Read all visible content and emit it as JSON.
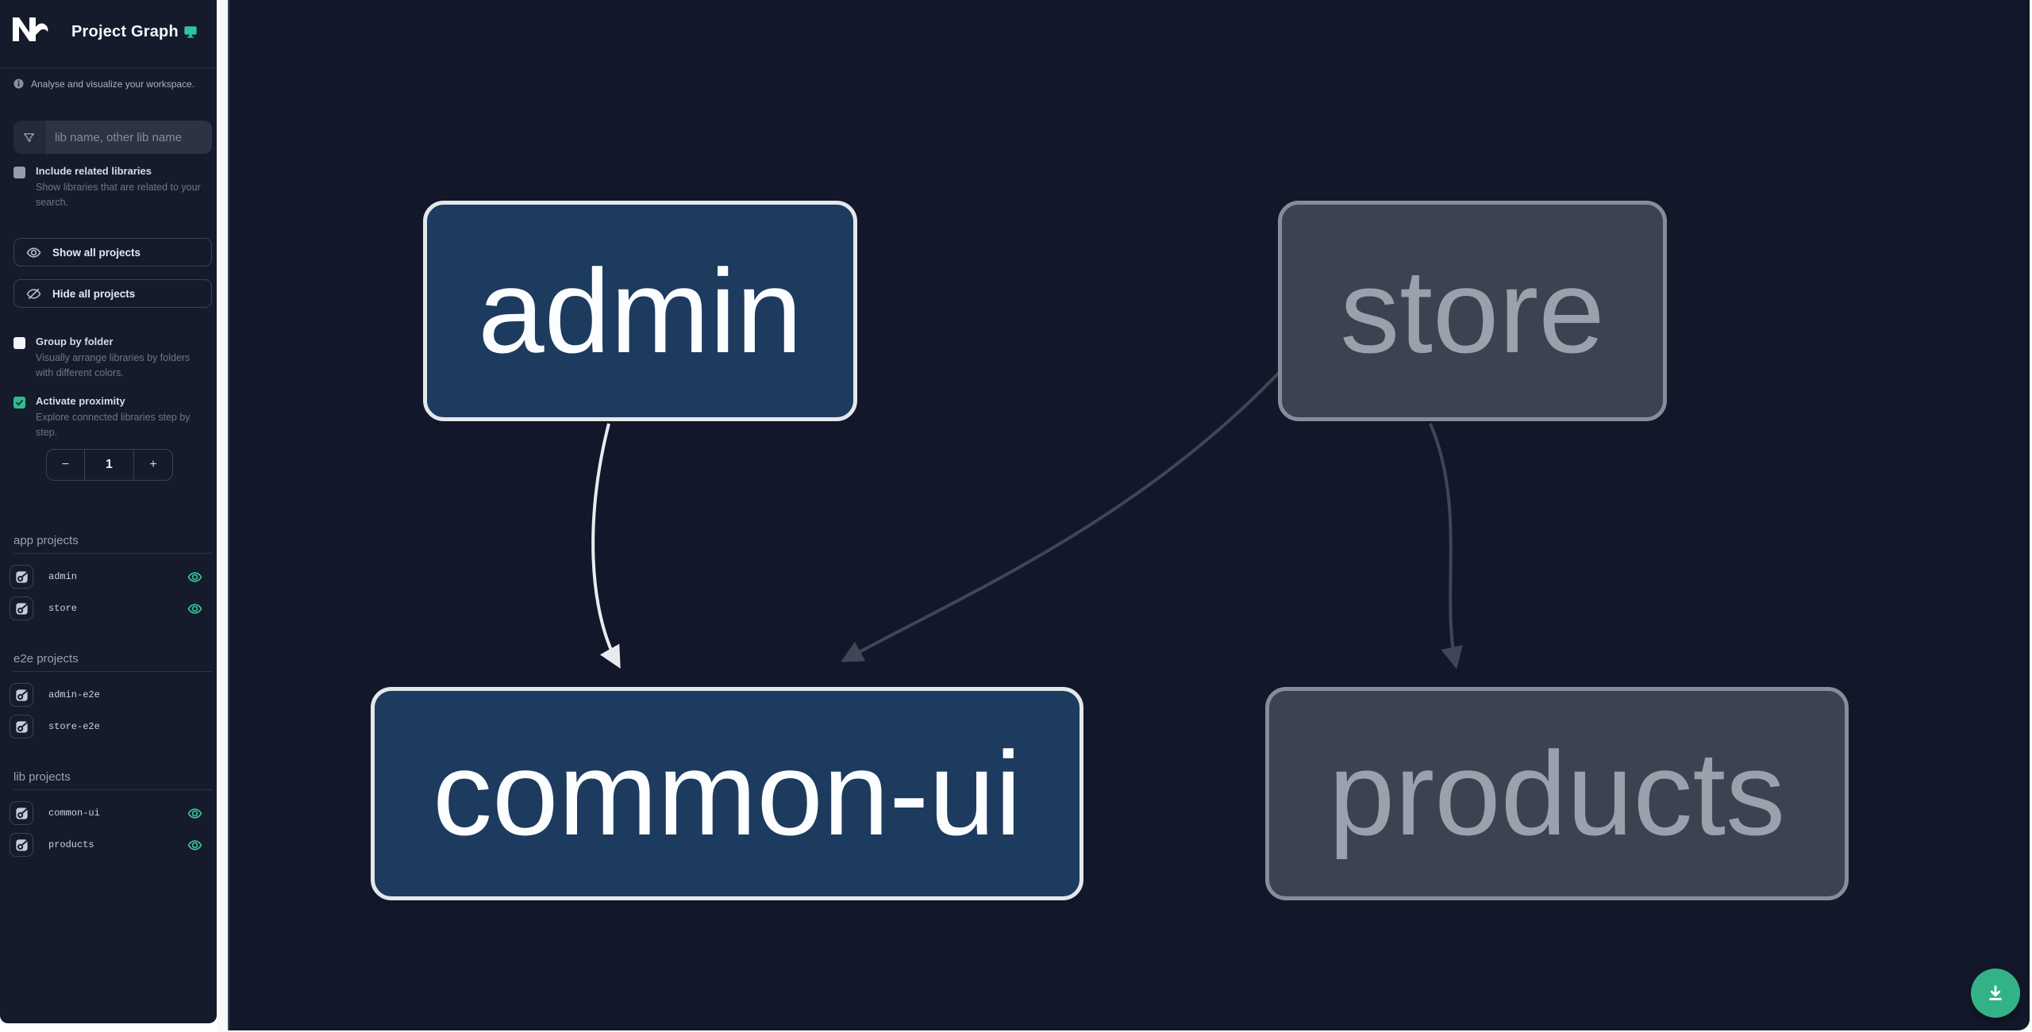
{
  "header": {
    "title": "Project Graph"
  },
  "sidebar": {
    "tagline": "Analyse and visualize your workspace.",
    "filter": {
      "placeholder": "lib name, other lib name"
    },
    "include_related": {
      "label": "Include related libraries",
      "description": "Show libraries that are related to your search.",
      "checked": false
    },
    "buttons": {
      "show_all": "Show all projects",
      "hide_all": "Hide all projects"
    },
    "group_by_folder": {
      "label": "Group by folder",
      "description": "Visually arrange libraries by folders with different colors.",
      "checked": false
    },
    "activate_proximity": {
      "label": "Activate proximity",
      "description": "Explore connected libraries step by step.",
      "checked": true
    },
    "stepper": {
      "decrement": "−",
      "value": "1",
      "increment": "+"
    },
    "sections": [
      {
        "title": "app projects",
        "items": [
          {
            "name": "admin",
            "visible": true
          },
          {
            "name": "store",
            "visible": true
          }
        ]
      },
      {
        "title": "e2e projects",
        "items": [
          {
            "name": "admin-e2e",
            "visible": false
          },
          {
            "name": "store-e2e",
            "visible": false
          }
        ]
      },
      {
        "title": "lib projects",
        "items": [
          {
            "name": "common-ui",
            "visible": true
          },
          {
            "name": "products",
            "visible": true
          }
        ]
      }
    ]
  },
  "graph": {
    "nodes": [
      {
        "id": "admin",
        "label": "admin",
        "state": "focused"
      },
      {
        "id": "store",
        "label": "store",
        "state": "faded"
      },
      {
        "id": "common-ui",
        "label": "common-ui",
        "state": "focused"
      },
      {
        "id": "products",
        "label": "products",
        "state": "faded"
      }
    ],
    "edges": [
      {
        "from": "admin",
        "to": "common-ui",
        "style": "focused"
      },
      {
        "from": "store",
        "to": "common-ui",
        "style": "faded"
      },
      {
        "from": "store",
        "to": "products",
        "style": "faded"
      }
    ]
  },
  "fab": {
    "icon": "download-icon"
  },
  "colors": {
    "accent_teal": "#34c795",
    "fab_green": "#33b287",
    "sidebar_bg": "#151b2b",
    "canvas_bg": "#121829",
    "node_focused_fill": "#1c3b5e",
    "node_focused_border": "#e4e7eb",
    "node_faded_fill": "#3b4250",
    "node_faded_border": "#868d98",
    "edge_focused": "#e9ebee",
    "edge_faded": "#3f4656"
  }
}
